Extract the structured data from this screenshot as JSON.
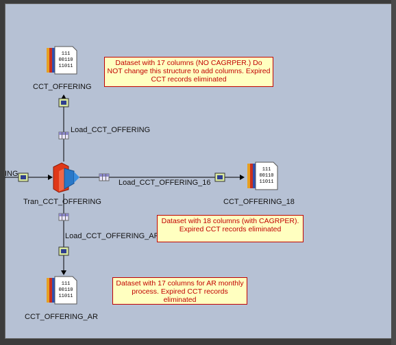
{
  "nodes": {
    "dataset_top": {
      "label": "CCT_OFFERING",
      "icon": "dataset-icon"
    },
    "dataset_right": {
      "label": "CCT_OFFERING_18",
      "icon": "dataset-icon"
    },
    "dataset_bottom": {
      "label": "CCT_OFFERING_AR",
      "icon": "dataset-icon"
    },
    "transform": {
      "label": "Tran_CCT_OFFERING",
      "icon": "transformer-stage-icon"
    },
    "input_partial": {
      "label": "ING"
    }
  },
  "links": {
    "top": "Load_CCT_OFFERING",
    "right": "Load_CCT_OFFERING_16",
    "bottom": "Load_CCT_OFFERING_AR"
  },
  "dataset_icon_text": {
    "line1": "111",
    "line2": "00110",
    "line3": "11011"
  },
  "notes": {
    "top": "Dataset with 17 columns (NO CAGRPER.) Do NOT change this structure to add columns. Expired CCT records eliminated",
    "middle": "Dataset with 18 columns (with CAGRPER). Expired CCT records eliminated",
    "bottom": "Dataset with 17 columns for AR monthly process. Expired CCT records eliminated"
  },
  "colors": {
    "canvas": "#b6c1d4",
    "note_fill": "#ffffc0",
    "note_text": "#c00000",
    "link": "#000000"
  }
}
